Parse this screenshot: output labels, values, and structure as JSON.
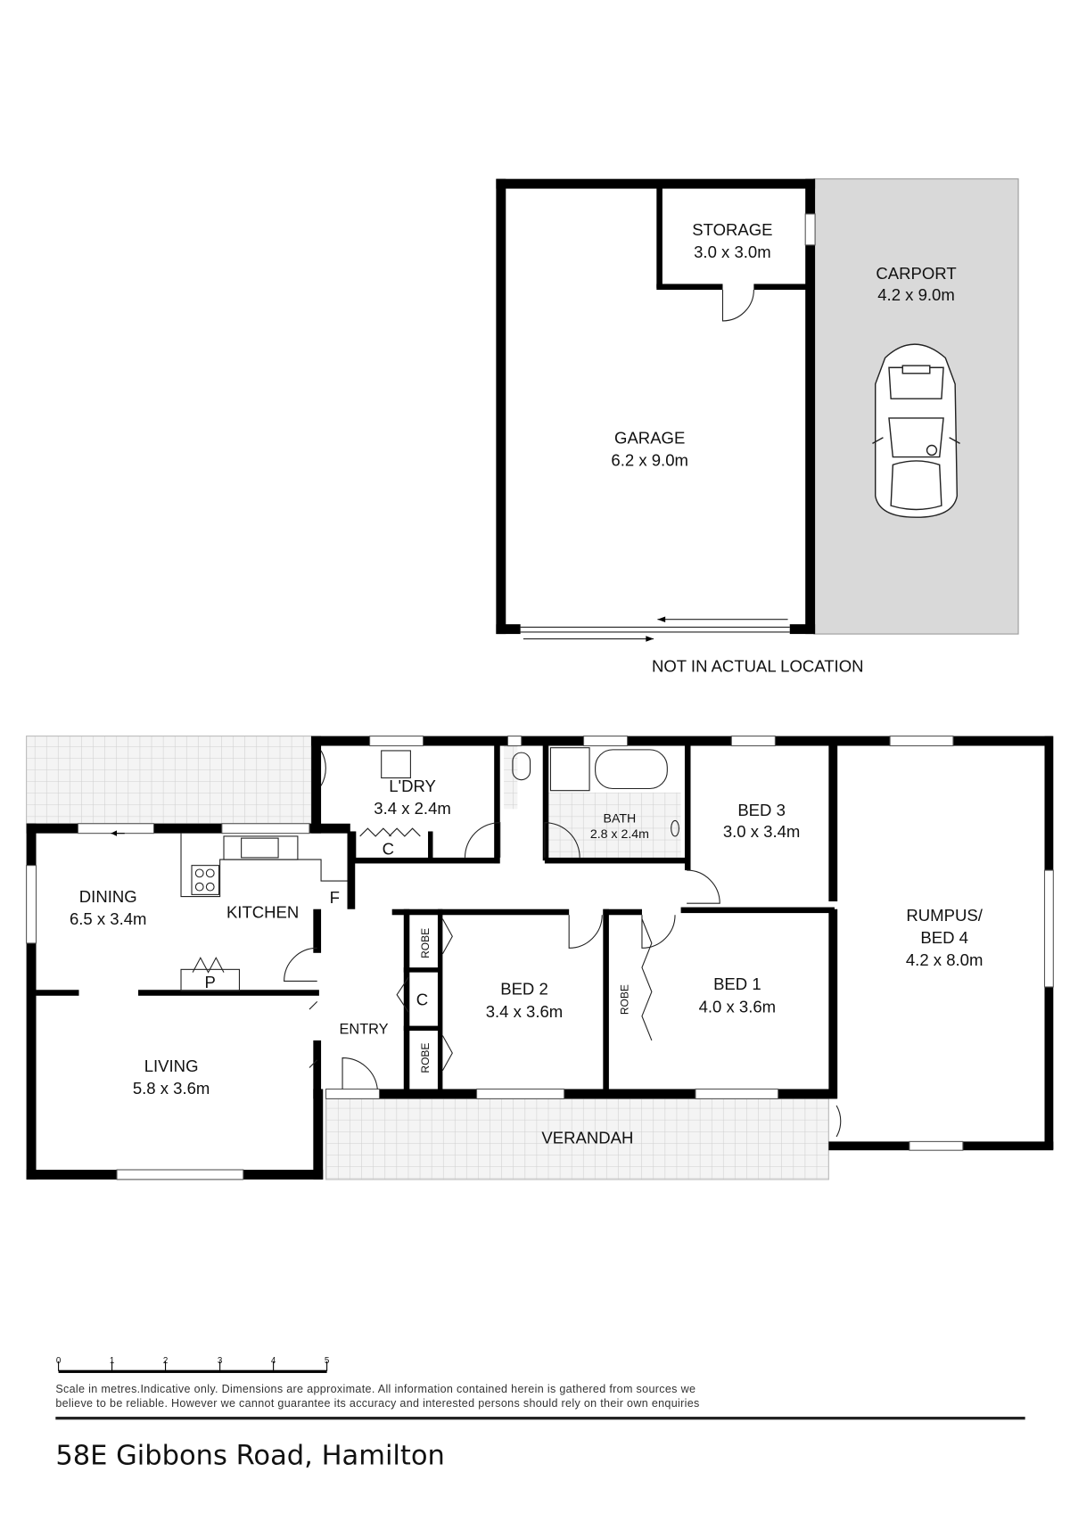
{
  "garage_plan": {
    "rooms": {
      "storage": {
        "name": "STORAGE",
        "size": "3.0 x 3.0m"
      },
      "carport": {
        "name": "CARPORT",
        "size": "4.2 x 9.0m"
      },
      "garage": {
        "name": "GARAGE",
        "size": "6.2 x 9.0m"
      }
    },
    "note": "NOT IN ACTUAL LOCATION",
    "carport_color": "#d9d9d9"
  },
  "house_plan": {
    "rooms": {
      "laundry": {
        "name": "L'DRY",
        "size": "3.4 x 2.4m"
      },
      "bath": {
        "name": "BATH",
        "size": "2.8 x 2.4m"
      },
      "bed3": {
        "name": "BED 3",
        "size": "3.0 x 3.4m"
      },
      "dining": {
        "name": "DINING",
        "size": "6.5 x 3.4m"
      },
      "kitchen": {
        "name": "KITCHEN"
      },
      "rumpus": {
        "name1": "RUMPUS/",
        "name2": "BED 4",
        "size": "4.2 x 8.0m"
      },
      "bed2": {
        "name": "BED 2",
        "size": "3.4 x 3.6m"
      },
      "bed1": {
        "name": "BED 1",
        "size": "4.0 x 3.6m"
      },
      "entry": {
        "name": "ENTRY"
      },
      "living": {
        "name": "LIVING",
        "size": "5.8 x 3.6m"
      },
      "verandah": {
        "name": "VERANDAH"
      }
    },
    "fixtures": {
      "fridge": "F",
      "pantry": "P",
      "cupboard": "C",
      "robe": "ROBE"
    }
  },
  "scale": {
    "ticks": [
      "0",
      "1",
      "2",
      "3",
      "4",
      "5"
    ],
    "disclaimer_line1": "Scale in metres.Indicative only. Dimensions are approximate. All information contained herein is gathered from sources we",
    "disclaimer_line2": "believe to be reliable. However we cannot guarantee its accuracy and interested persons should rely on their own enquiries"
  },
  "address": "58E Gibbons Road, Hamilton"
}
